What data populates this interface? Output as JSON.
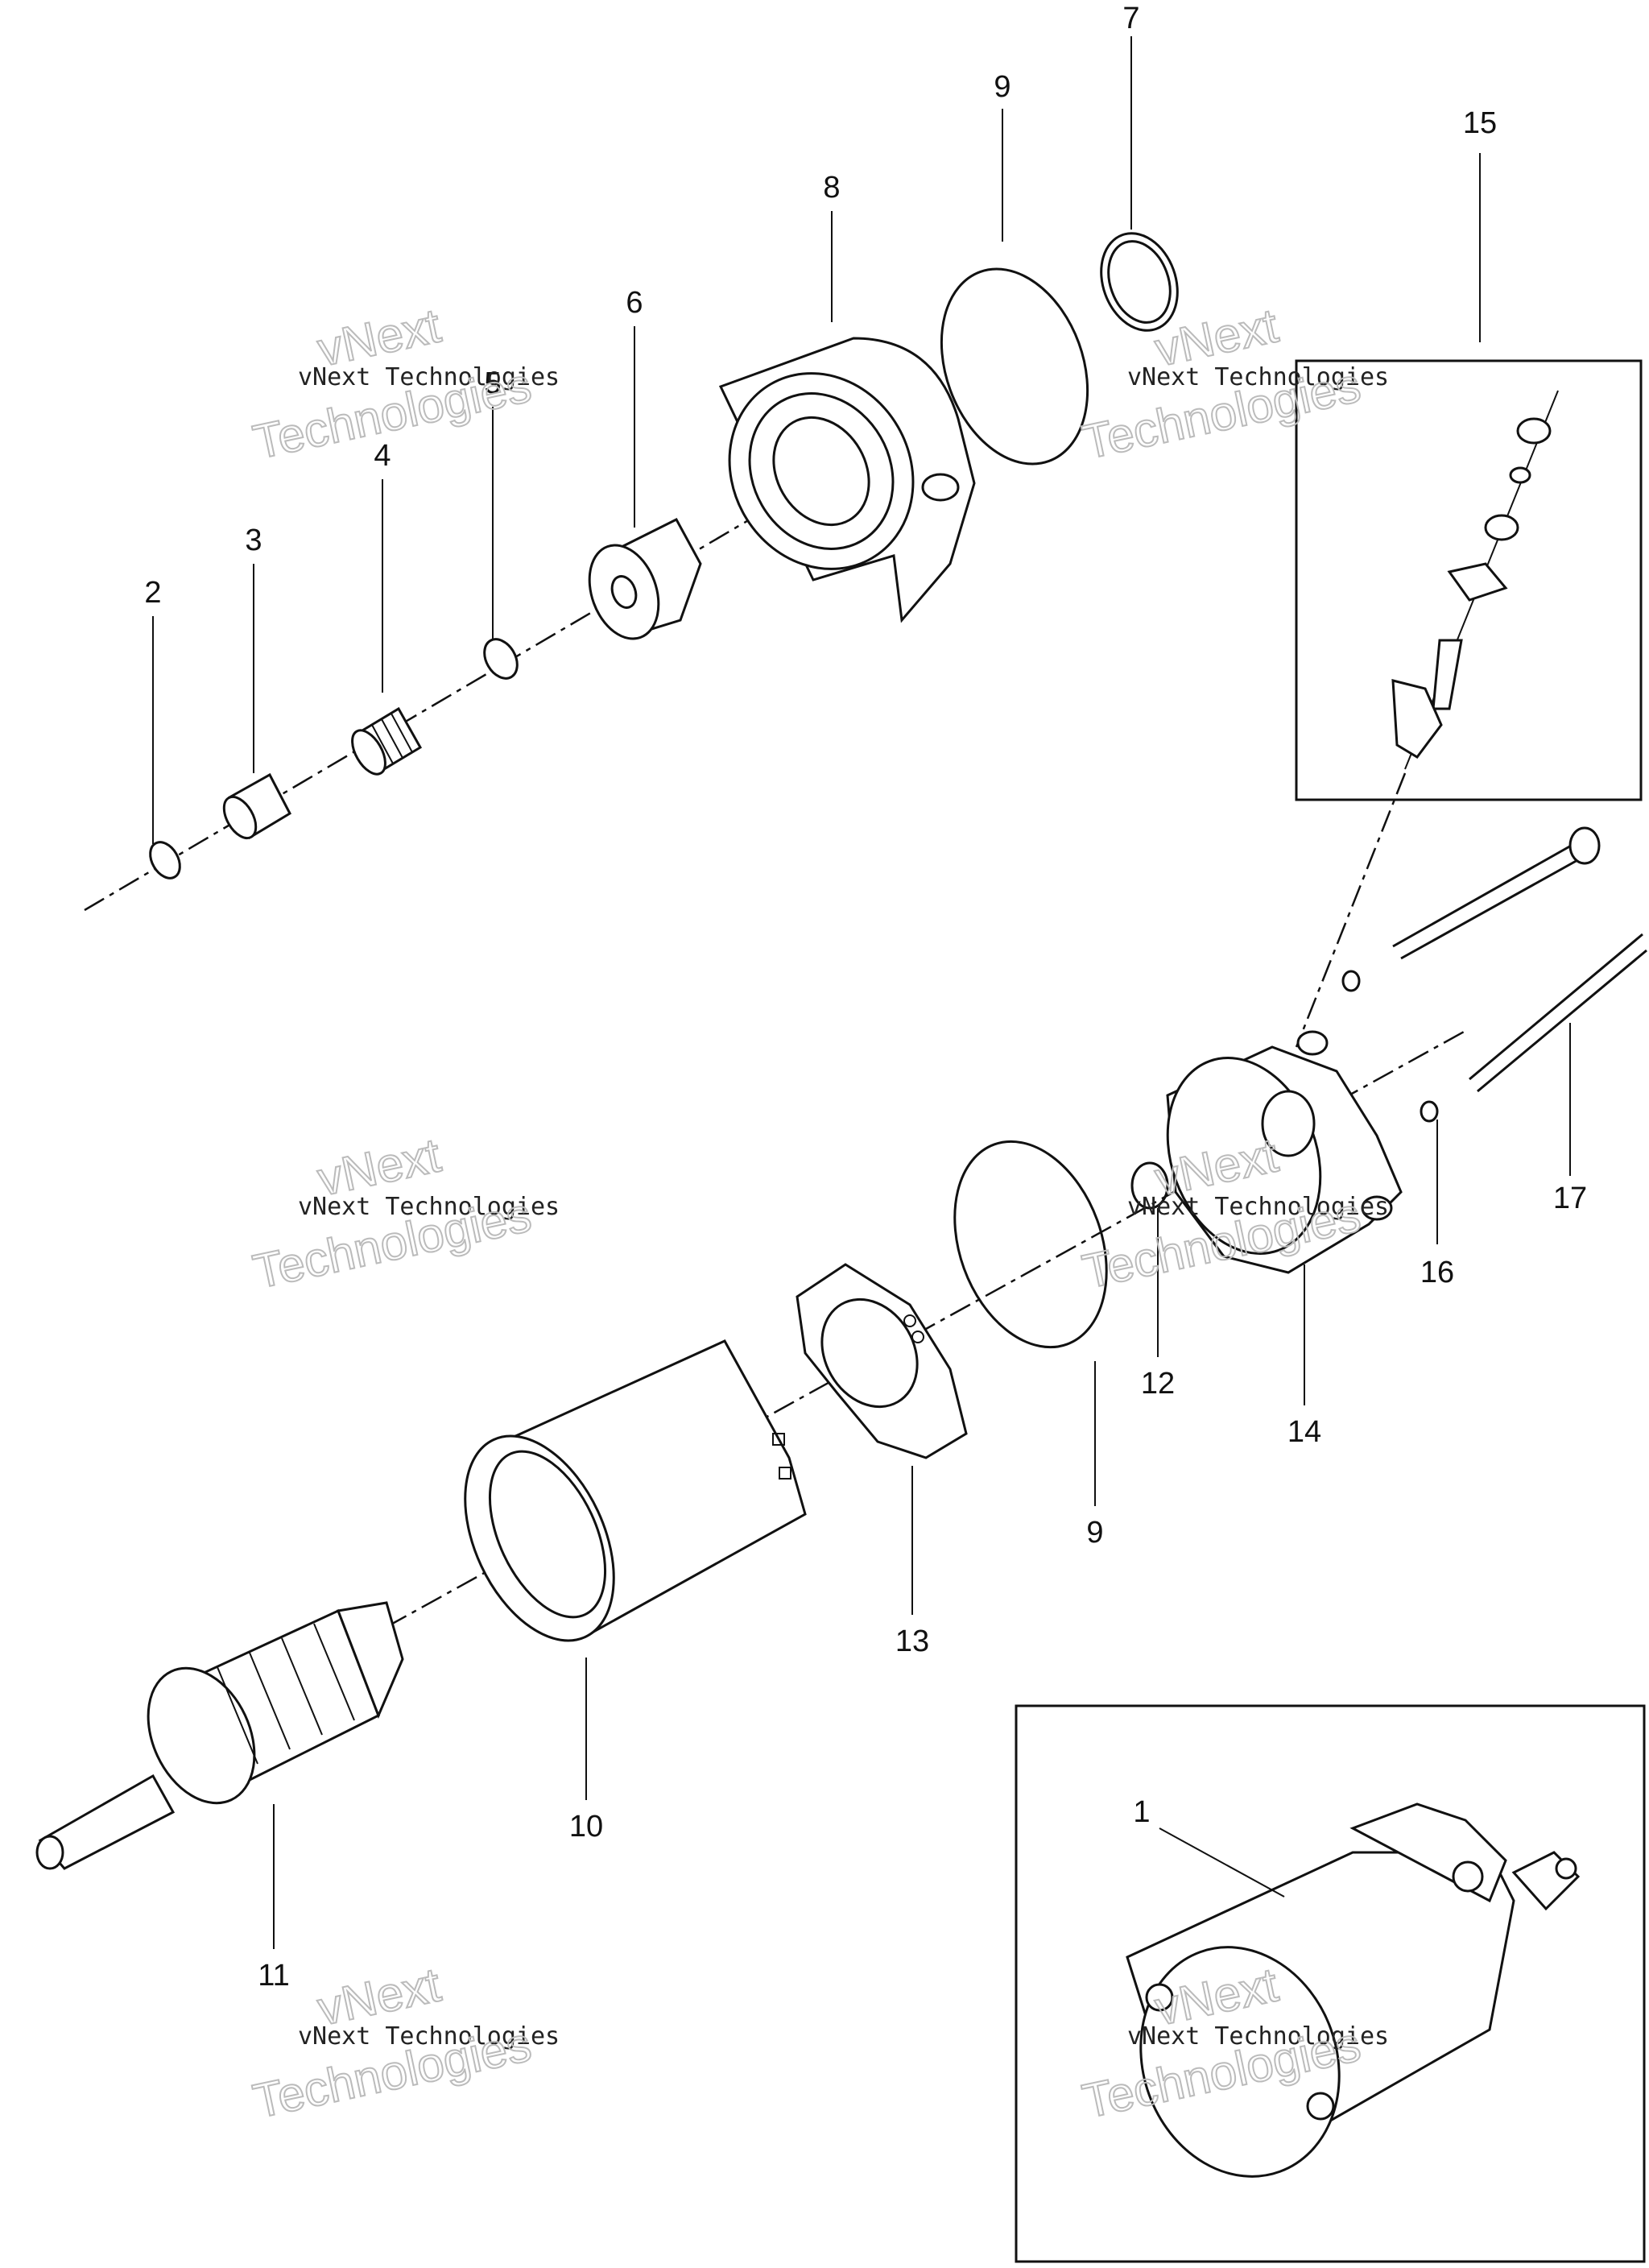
{
  "callouts": [
    {
      "id": "c1",
      "text": "1"
    },
    {
      "id": "c2",
      "text": "2"
    },
    {
      "id": "c3",
      "text": "3"
    },
    {
      "id": "c4",
      "text": "4"
    },
    {
      "id": "c5",
      "text": "5"
    },
    {
      "id": "c6",
      "text": "6"
    },
    {
      "id": "c7",
      "text": "7"
    },
    {
      "id": "c8",
      "text": "8"
    },
    {
      "id": "c9a",
      "text": "9"
    },
    {
      "id": "c9b",
      "text": "9"
    },
    {
      "id": "c10",
      "text": "10"
    },
    {
      "id": "c11",
      "text": "11"
    },
    {
      "id": "c12",
      "text": "12"
    },
    {
      "id": "c13",
      "text": "13"
    },
    {
      "id": "c14",
      "text": "14"
    },
    {
      "id": "c15",
      "text": "15"
    },
    {
      "id": "c16",
      "text": "16"
    },
    {
      "id": "c17",
      "text": "17"
    }
  ],
  "watermark": {
    "line_small": "vNext Technologies",
    "line_big_1": "vNext",
    "line_big_2": "Technologies"
  }
}
